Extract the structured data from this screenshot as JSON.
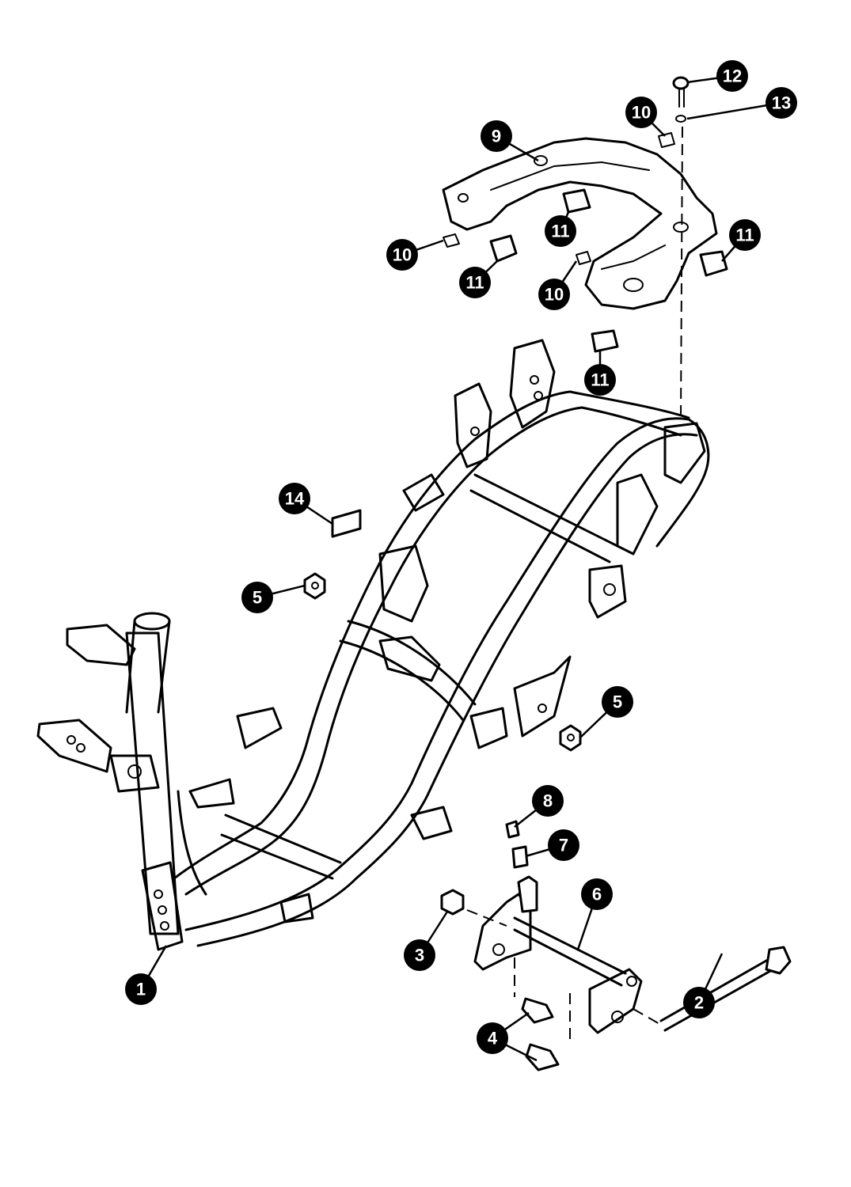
{
  "callouts": [
    {
      "id": "c1",
      "label": "1"
    },
    {
      "id": "c2",
      "label": "2"
    },
    {
      "id": "c3",
      "label": "3"
    },
    {
      "id": "c4",
      "label": "4"
    },
    {
      "id": "c5a",
      "label": "5"
    },
    {
      "id": "c5b",
      "label": "5"
    },
    {
      "id": "c6",
      "label": "6"
    },
    {
      "id": "c7",
      "label": "7"
    },
    {
      "id": "c8",
      "label": "8"
    },
    {
      "id": "c9",
      "label": "9"
    },
    {
      "id": "c10a",
      "label": "10"
    },
    {
      "id": "c10b",
      "label": "10"
    },
    {
      "id": "c10c",
      "label": "10"
    },
    {
      "id": "c11a",
      "label": "11"
    },
    {
      "id": "c11b",
      "label": "11"
    },
    {
      "id": "c11c",
      "label": "11"
    },
    {
      "id": "c11d",
      "label": "11"
    },
    {
      "id": "c12",
      "label": "12"
    },
    {
      "id": "c13",
      "label": "13"
    },
    {
      "id": "c14",
      "label": "14"
    }
  ]
}
